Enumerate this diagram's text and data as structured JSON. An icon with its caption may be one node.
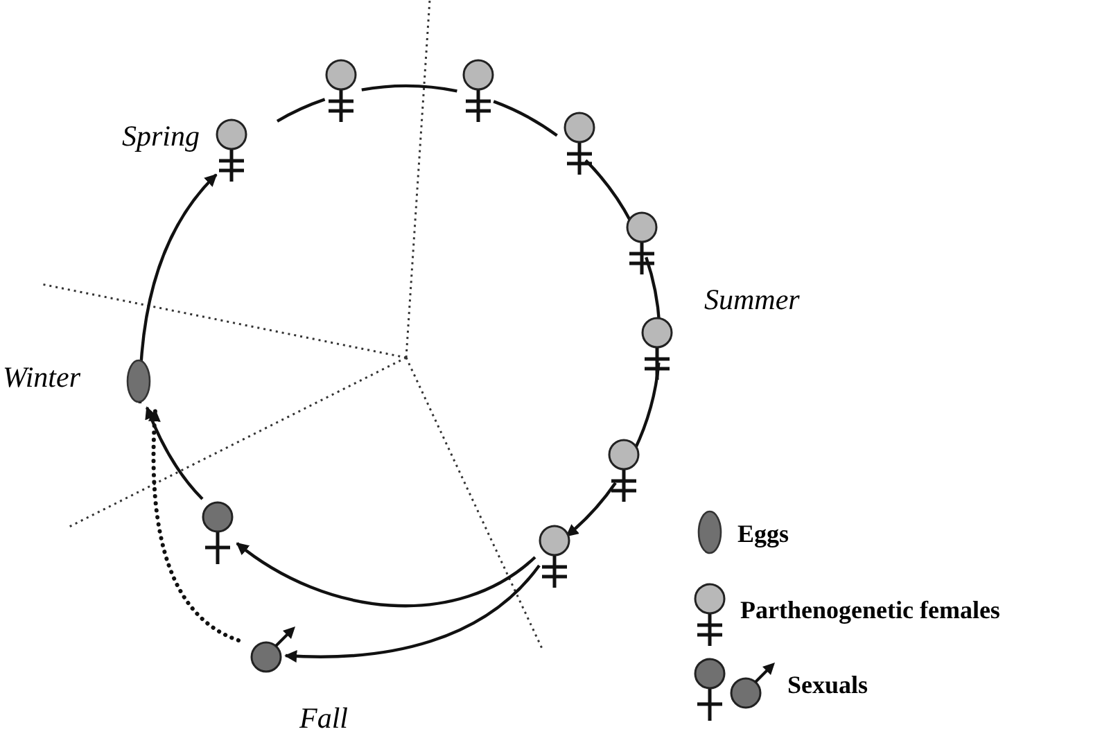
{
  "diagram": {
    "nodes": [
      {
        "text": [],
        "shape": "ellipse"
      },
      {
        "text": [],
        "shape": "female"
      },
      {
        "text": [],
        "shape": "female"
      },
      {
        "text": [],
        "shape": "female"
      },
      {
        "text": [],
        "shape": "female"
      },
      {
        "text": [],
        "shape": "female"
      },
      {
        "text": [],
        "shape": "female"
      },
      {
        "text": [],
        "shape": "female"
      },
      {
        "text": [],
        "shape": "female"
      },
      {
        "text": [],
        "shape": "female"
      },
      {
        "text": [],
        "shape": "male"
      }
    ],
    "edges": [
      {
        "from": 0,
        "to": 1,
        "arrow": "to"
      },
      {
        "from": 1,
        "to": 2,
        "arrow": "none"
      },
      {
        "from": 2,
        "to": 3,
        "arrow": "none"
      },
      {
        "from": 3,
        "to": 4,
        "arrow": "none"
      },
      {
        "from": 4,
        "to": 5,
        "arrow": "none"
      },
      {
        "from": 5,
        "to": 6,
        "arrow": "none"
      },
      {
        "from": 6,
        "to": 7,
        "arrow": "none"
      },
      {
        "from": 7,
        "to": 8,
        "arrow": "to"
      },
      {
        "from": 8,
        "to": 9,
        "arrow": "to"
      },
      {
        "from": 8,
        "to": 10,
        "arrow": "to"
      },
      {
        "from": 9,
        "to": 0,
        "arrow": "to"
      },
      {
        "from": 10,
        "to": 0,
        "arrow": "to",
        "style": "dashed"
      }
    ],
    "labels": [
      "Spring",
      "Summer",
      "Winter",
      "Fall"
    ],
    "legend": [
      {
        "text": "Eggs"
      },
      {
        "text": "Parthenogenetic females"
      },
      {
        "text": "Sexuals"
      }
    ]
  }
}
